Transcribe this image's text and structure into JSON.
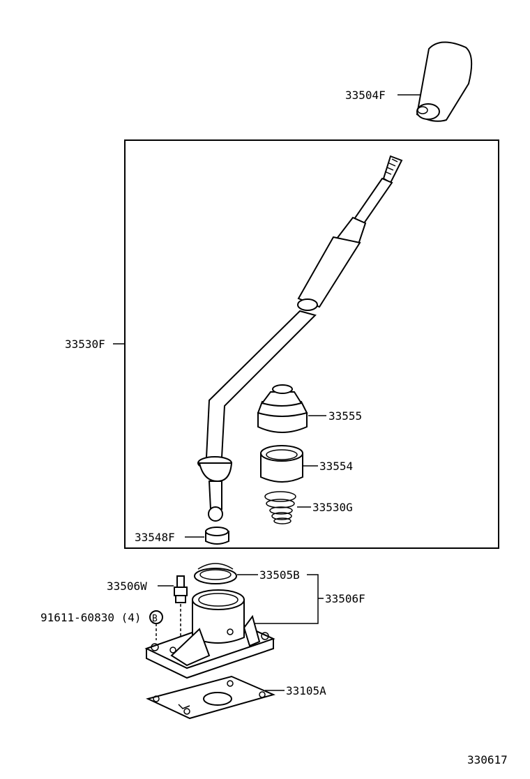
{
  "diagram_id": "330617",
  "labels": {
    "knob": "33504F",
    "lever": "33530F",
    "boot": "33555",
    "retainer": "33554",
    "spring": "33530G",
    "bushing": "33548F",
    "seat": "33505B",
    "housing_assy": "33506F",
    "bolt": "33506W",
    "bolt_ref": "91611-60830 (4)",
    "bolt_callout": "B",
    "gasket": "33105A"
  }
}
